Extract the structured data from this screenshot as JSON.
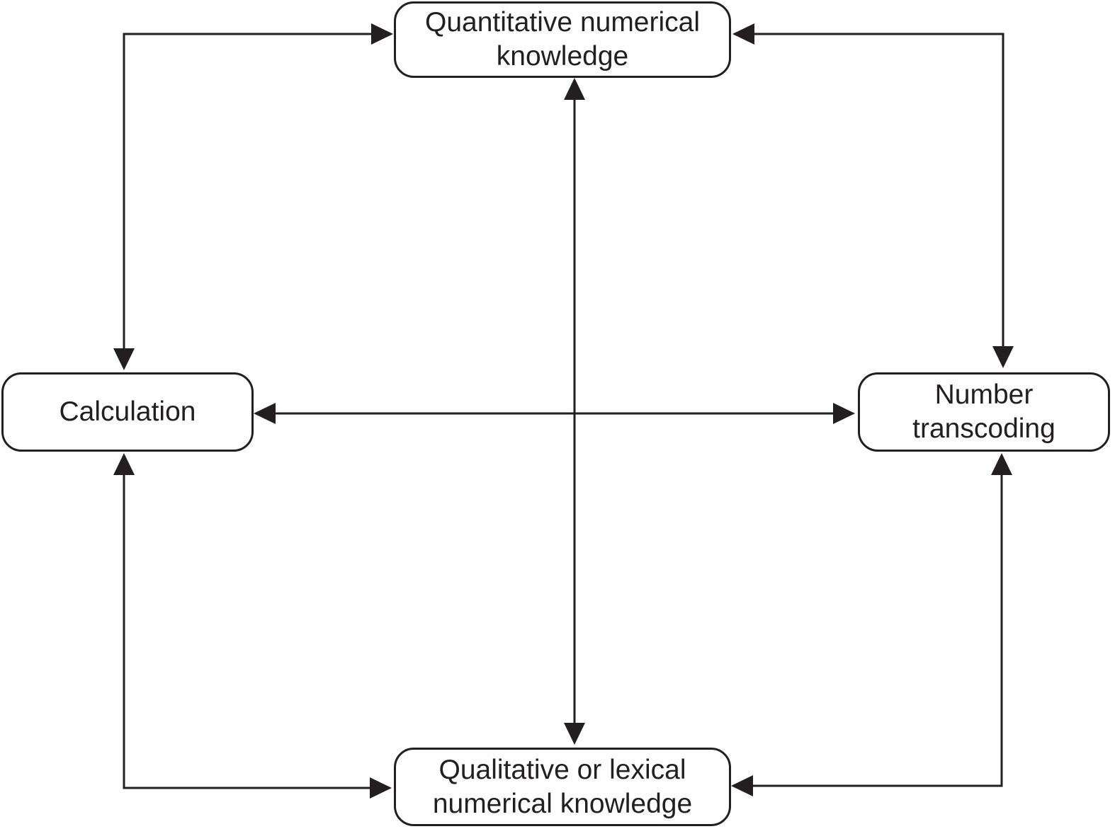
{
  "diagram": {
    "nodes": {
      "quantitative": {
        "line1": "Quantitative numerical",
        "line2": "knowledge"
      },
      "calculation": {
        "line1": "Calculation"
      },
      "transcoding": {
        "line1": "Number",
        "line2": "transcoding"
      },
      "qualitative": {
        "line1": "Qualitative or lexical",
        "line2": "numerical knowledge"
      }
    },
    "connections": [
      {
        "from": "Calculation",
        "to": "Quantitative numerical knowledge",
        "bidirectional": true
      },
      {
        "from": "Number transcoding",
        "to": "Quantitative numerical knowledge",
        "bidirectional": true
      },
      {
        "from": "Calculation",
        "to": "Number transcoding",
        "bidirectional": true
      },
      {
        "from": "Quantitative numerical knowledge",
        "to": "Qualitative or lexical numerical knowledge",
        "bidirectional": true
      },
      {
        "from": "Calculation",
        "to": "Qualitative or lexical numerical knowledge",
        "bidirectional": true
      },
      {
        "from": "Number transcoding",
        "to": "Qualitative or lexical numerical knowledge",
        "bidirectional": true
      }
    ],
    "colors": {
      "stroke": "#231f20",
      "background": "#ffffff"
    }
  }
}
